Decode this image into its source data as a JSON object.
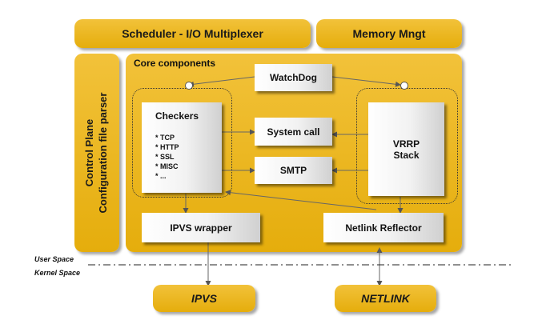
{
  "diagram": {
    "scheduler": "Scheduler - I/O Multiplexer",
    "memory": "Memory Mngt",
    "control_plane": [
      "Control Plane",
      "Configuration file parser"
    ],
    "core_components": "Core components",
    "watchdog": "WatchDog",
    "checkers": {
      "title": "Checkers",
      "items": [
        "* TCP",
        "* HTTP",
        "* SSL",
        "* MISC",
        "* ..."
      ]
    },
    "system_call": "System call",
    "smtp": "SMTP",
    "vrrp": [
      "VRRP",
      "Stack"
    ],
    "ipvs_wrapper": "IPVS wrapper",
    "netlink_reflector": "Netlink Reflector",
    "user_space": "User Space",
    "kernel_space": "Kernel Space",
    "ipvs": "IPVS",
    "netlink": "NETLINK"
  },
  "colors": {
    "gold": "#e5ad0c",
    "box": "#f2f2f2",
    "line": "#555555"
  }
}
